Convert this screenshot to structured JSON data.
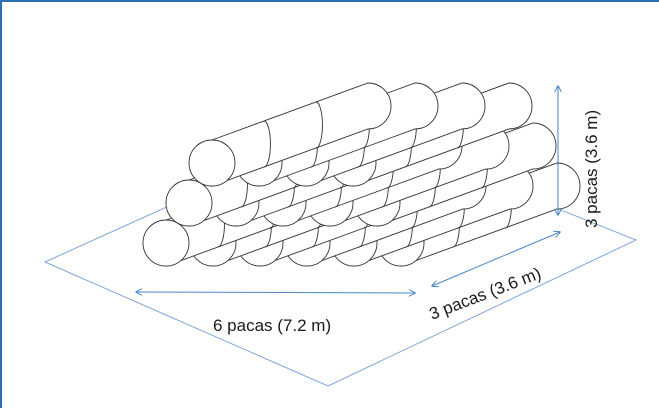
{
  "labels": {
    "width": "6 pacas (7.2 m)",
    "depth": "3 pacas (3.6 m)",
    "height": "3 pacas (3.6 m)"
  },
  "stack": {
    "rows": [
      6,
      5,
      4
    ],
    "depth_bales": 3
  },
  "colors": {
    "frame": "#2e6db1",
    "ground": "#7fa6d6",
    "arrow": "#4a86c8",
    "bale": "#333333"
  }
}
